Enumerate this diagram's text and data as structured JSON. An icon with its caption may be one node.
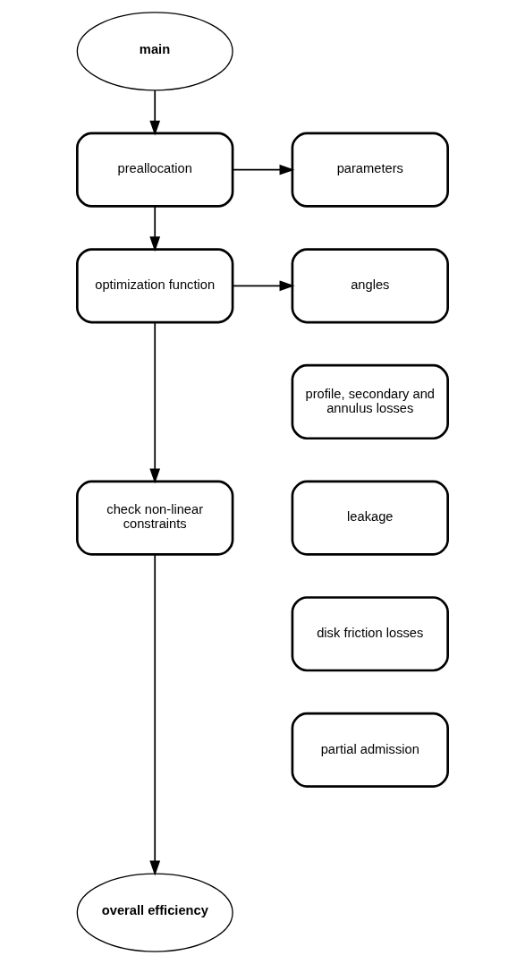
{
  "diagram": {
    "nodes": [
      {
        "text": [
          "main"
        ]
      },
      {
        "text": [
          "preallocation"
        ]
      },
      {
        "text": [
          "parameters"
        ]
      },
      {
        "text": [
          "optimization function"
        ]
      },
      {
        "text": [
          "angles"
        ]
      },
      {
        "text": [
          "profile, secondary and annulus losses"
        ]
      },
      {
        "text": [
          "check non-linear constraints"
        ]
      },
      {
        "text": [
          "leakage"
        ]
      },
      {
        "text": [
          "disk friction losses"
        ]
      },
      {
        "text": [
          "partial admission"
        ]
      },
      {
        "text": [
          "overall efficiency"
        ]
      }
    ],
    "edges": [
      {
        "from": 0,
        "to": 1,
        "arrow": "to"
      },
      {
        "from": 1,
        "to": 2,
        "arrow": "to"
      },
      {
        "from": 1,
        "to": 3,
        "arrow": "to"
      },
      {
        "from": 3,
        "to": 4,
        "arrow": "to"
      },
      {
        "from": 3,
        "to": 6,
        "arrow": "to"
      },
      {
        "from": 6,
        "to": 10,
        "arrow": "to"
      }
    ]
  }
}
